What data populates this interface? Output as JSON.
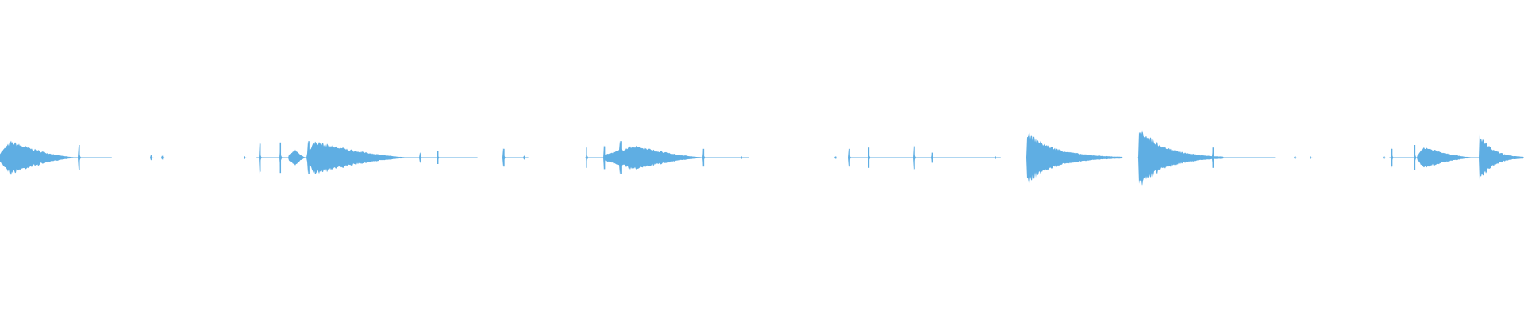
{
  "waveform": {
    "color": "#5faee3",
    "background": "#ffffff",
    "duration_s": 30,
    "sample_rate_hz": 44100,
    "channels": 1,
    "events": [
      {
        "type": "swell",
        "start_s": 0.0,
        "peak_s": 0.22,
        "end_s": 1.6,
        "peak_amp": 0.12
      },
      {
        "type": "transient",
        "at_s": 1.56,
        "amp": 0.1
      },
      {
        "type": "tick",
        "at_s": 2.98,
        "amp": 0.02
      },
      {
        "type": "tick",
        "at_s": 3.2,
        "amp": 0.015
      },
      {
        "type": "tick",
        "at_s": 4.82,
        "amp": 0.01
      },
      {
        "type": "transient",
        "at_s": 5.12,
        "amp": 0.11
      },
      {
        "type": "transient",
        "at_s": 5.52,
        "amp": 0.12
      },
      {
        "type": "swell",
        "start_s": 5.68,
        "peak_s": 5.82,
        "end_s": 6.05,
        "peak_amp": 0.06
      },
      {
        "type": "swell",
        "start_s": 6.05,
        "peak_s": 6.2,
        "end_s": 8.2,
        "peak_amp": 0.12
      },
      {
        "type": "transient",
        "at_s": 6.08,
        "amp": 0.13
      },
      {
        "type": "tick",
        "at_s": 8.28,
        "amp": 0.04
      },
      {
        "type": "transient",
        "at_s": 8.62,
        "amp": 0.05
      },
      {
        "type": "transient",
        "at_s": 9.92,
        "amp": 0.07
      },
      {
        "type": "tick",
        "at_s": 10.32,
        "amp": 0.015
      },
      {
        "type": "transient",
        "at_s": 11.55,
        "amp": 0.08
      },
      {
        "type": "transient",
        "at_s": 11.9,
        "amp": 0.09
      },
      {
        "type": "transient",
        "at_s": 12.22,
        "amp": 0.13
      },
      {
        "type": "swell",
        "start_s": 11.92,
        "peak_s": 12.5,
        "end_s": 14.0,
        "peak_amp": 0.09
      },
      {
        "type": "transient",
        "at_s": 13.85,
        "amp": 0.07
      },
      {
        "type": "tick",
        "at_s": 14.6,
        "amp": 0.01
      },
      {
        "type": "tick",
        "at_s": 16.45,
        "amp": 0.01
      },
      {
        "type": "transient",
        "at_s": 16.72,
        "amp": 0.07
      },
      {
        "type": "transient",
        "at_s": 17.1,
        "amp": 0.08
      },
      {
        "type": "transient",
        "at_s": 18.0,
        "amp": 0.09
      },
      {
        "type": "transient",
        "at_s": 18.35,
        "amp": 0.04
      },
      {
        "type": "tick",
        "at_s": 19.6,
        "amp": 0.01
      },
      {
        "type": "decay",
        "start_s": 20.22,
        "end_s": 22.1,
        "peak_amp": 0.19
      },
      {
        "type": "decay",
        "start_s": 22.42,
        "end_s": 24.1,
        "peak_amp": 0.23
      },
      {
        "type": "transient",
        "at_s": 23.88,
        "amp": 0.08
      },
      {
        "type": "tick",
        "at_s": 25.5,
        "amp": 0.01
      },
      {
        "type": "tick",
        "at_s": 25.8,
        "amp": 0.01
      },
      {
        "type": "tick",
        "at_s": 27.25,
        "amp": 0.01
      },
      {
        "type": "transient",
        "at_s": 27.4,
        "amp": 0.07
      },
      {
        "type": "transient",
        "at_s": 27.85,
        "amp": 0.1
      },
      {
        "type": "swell",
        "start_s": 27.9,
        "peak_s": 28.05,
        "end_s": 29.1,
        "peak_amp": 0.08
      },
      {
        "type": "decay",
        "start_s": 29.12,
        "end_s": 30.0,
        "peak_amp": 0.18
      }
    ]
  }
}
